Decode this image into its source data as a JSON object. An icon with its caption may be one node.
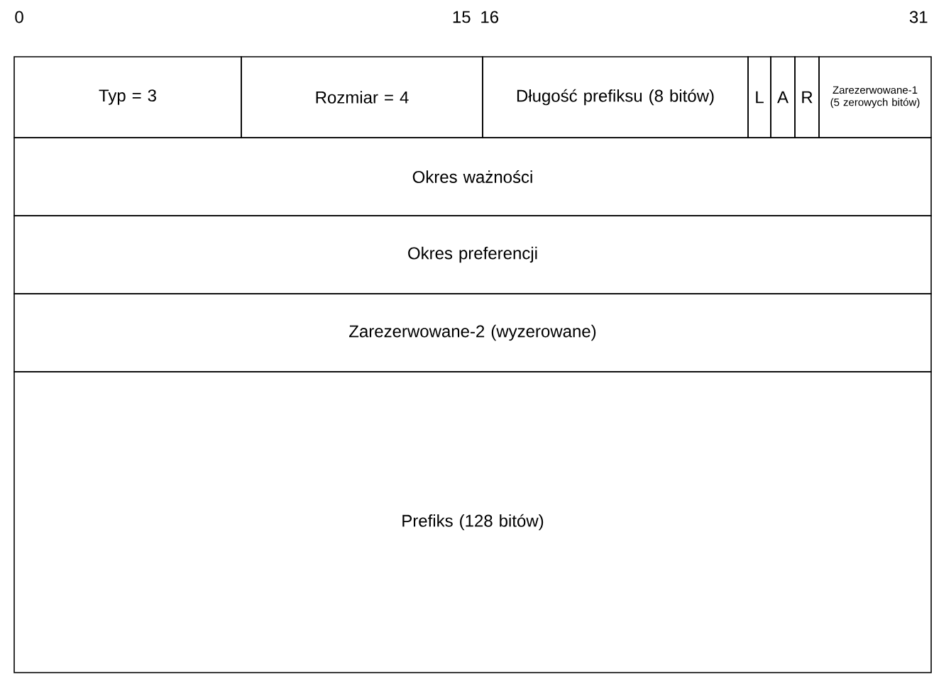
{
  "diagram": {
    "nodes": [
      {
        "text": [
          "Typ = 3"
        ]
      },
      {
        "text": [
          "Rozmiar = 4"
        ]
      },
      {
        "text": [
          "Długość prefiksu (8 bitów)"
        ]
      },
      {
        "text": [
          "L"
        ]
      },
      {
        "text": [
          "A"
        ]
      },
      {
        "text": [
          "R"
        ]
      },
      {
        "text": [
          "Zarezerwowane-1 (5 zerowych bitów)"
        ]
      },
      {
        "text": [
          "Okres ważności"
        ]
      },
      {
        "text": [
          "Okres preferencji"
        ]
      },
      {
        "text": [
          "Zarezerwowane-2 (wyzerowane)"
        ]
      },
      {
        "text": [
          "Prefiks (128 bitów)"
        ]
      }
    ],
    "labels": [
      "0",
      "15",
      "16",
      "31"
    ]
  }
}
